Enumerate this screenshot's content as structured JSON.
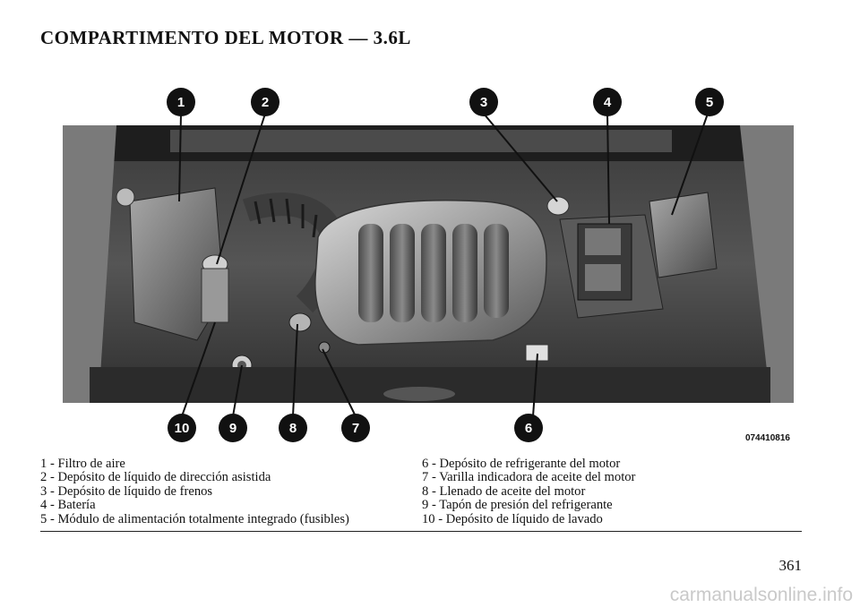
{
  "title": "COMPARTIMENTO DEL MOTOR — 3.6L",
  "image_code": "074410816",
  "callouts": [
    "1",
    "2",
    "3",
    "4",
    "5",
    "6",
    "7",
    "8",
    "9",
    "10"
  ],
  "legend_left": [
    "1 - Filtro de aire",
    "2 - Depósito de líquido de dirección asistida",
    "3 - Depósito de líquido de frenos",
    "4 - Batería",
    "5 - Módulo de alimentación totalmente integrado (fusibles)"
  ],
  "legend_right": [
    "6 - Depósito de refrigerante del motor",
    "7 - Varilla indicadora de aceite del motor",
    "8 - Llenado de aceite del motor",
    "9 - Tapón de presión del refrigerante",
    "10 - Depósito de líquido de lavado"
  ],
  "page_number": "361",
  "watermark": "carmanualsonline.info",
  "colors": {
    "callout_fill": "#111111",
    "photo_dark": "#2a2a2a",
    "photo_mid": "#6e6e6e",
    "photo_light": "#bdbdbd"
  }
}
